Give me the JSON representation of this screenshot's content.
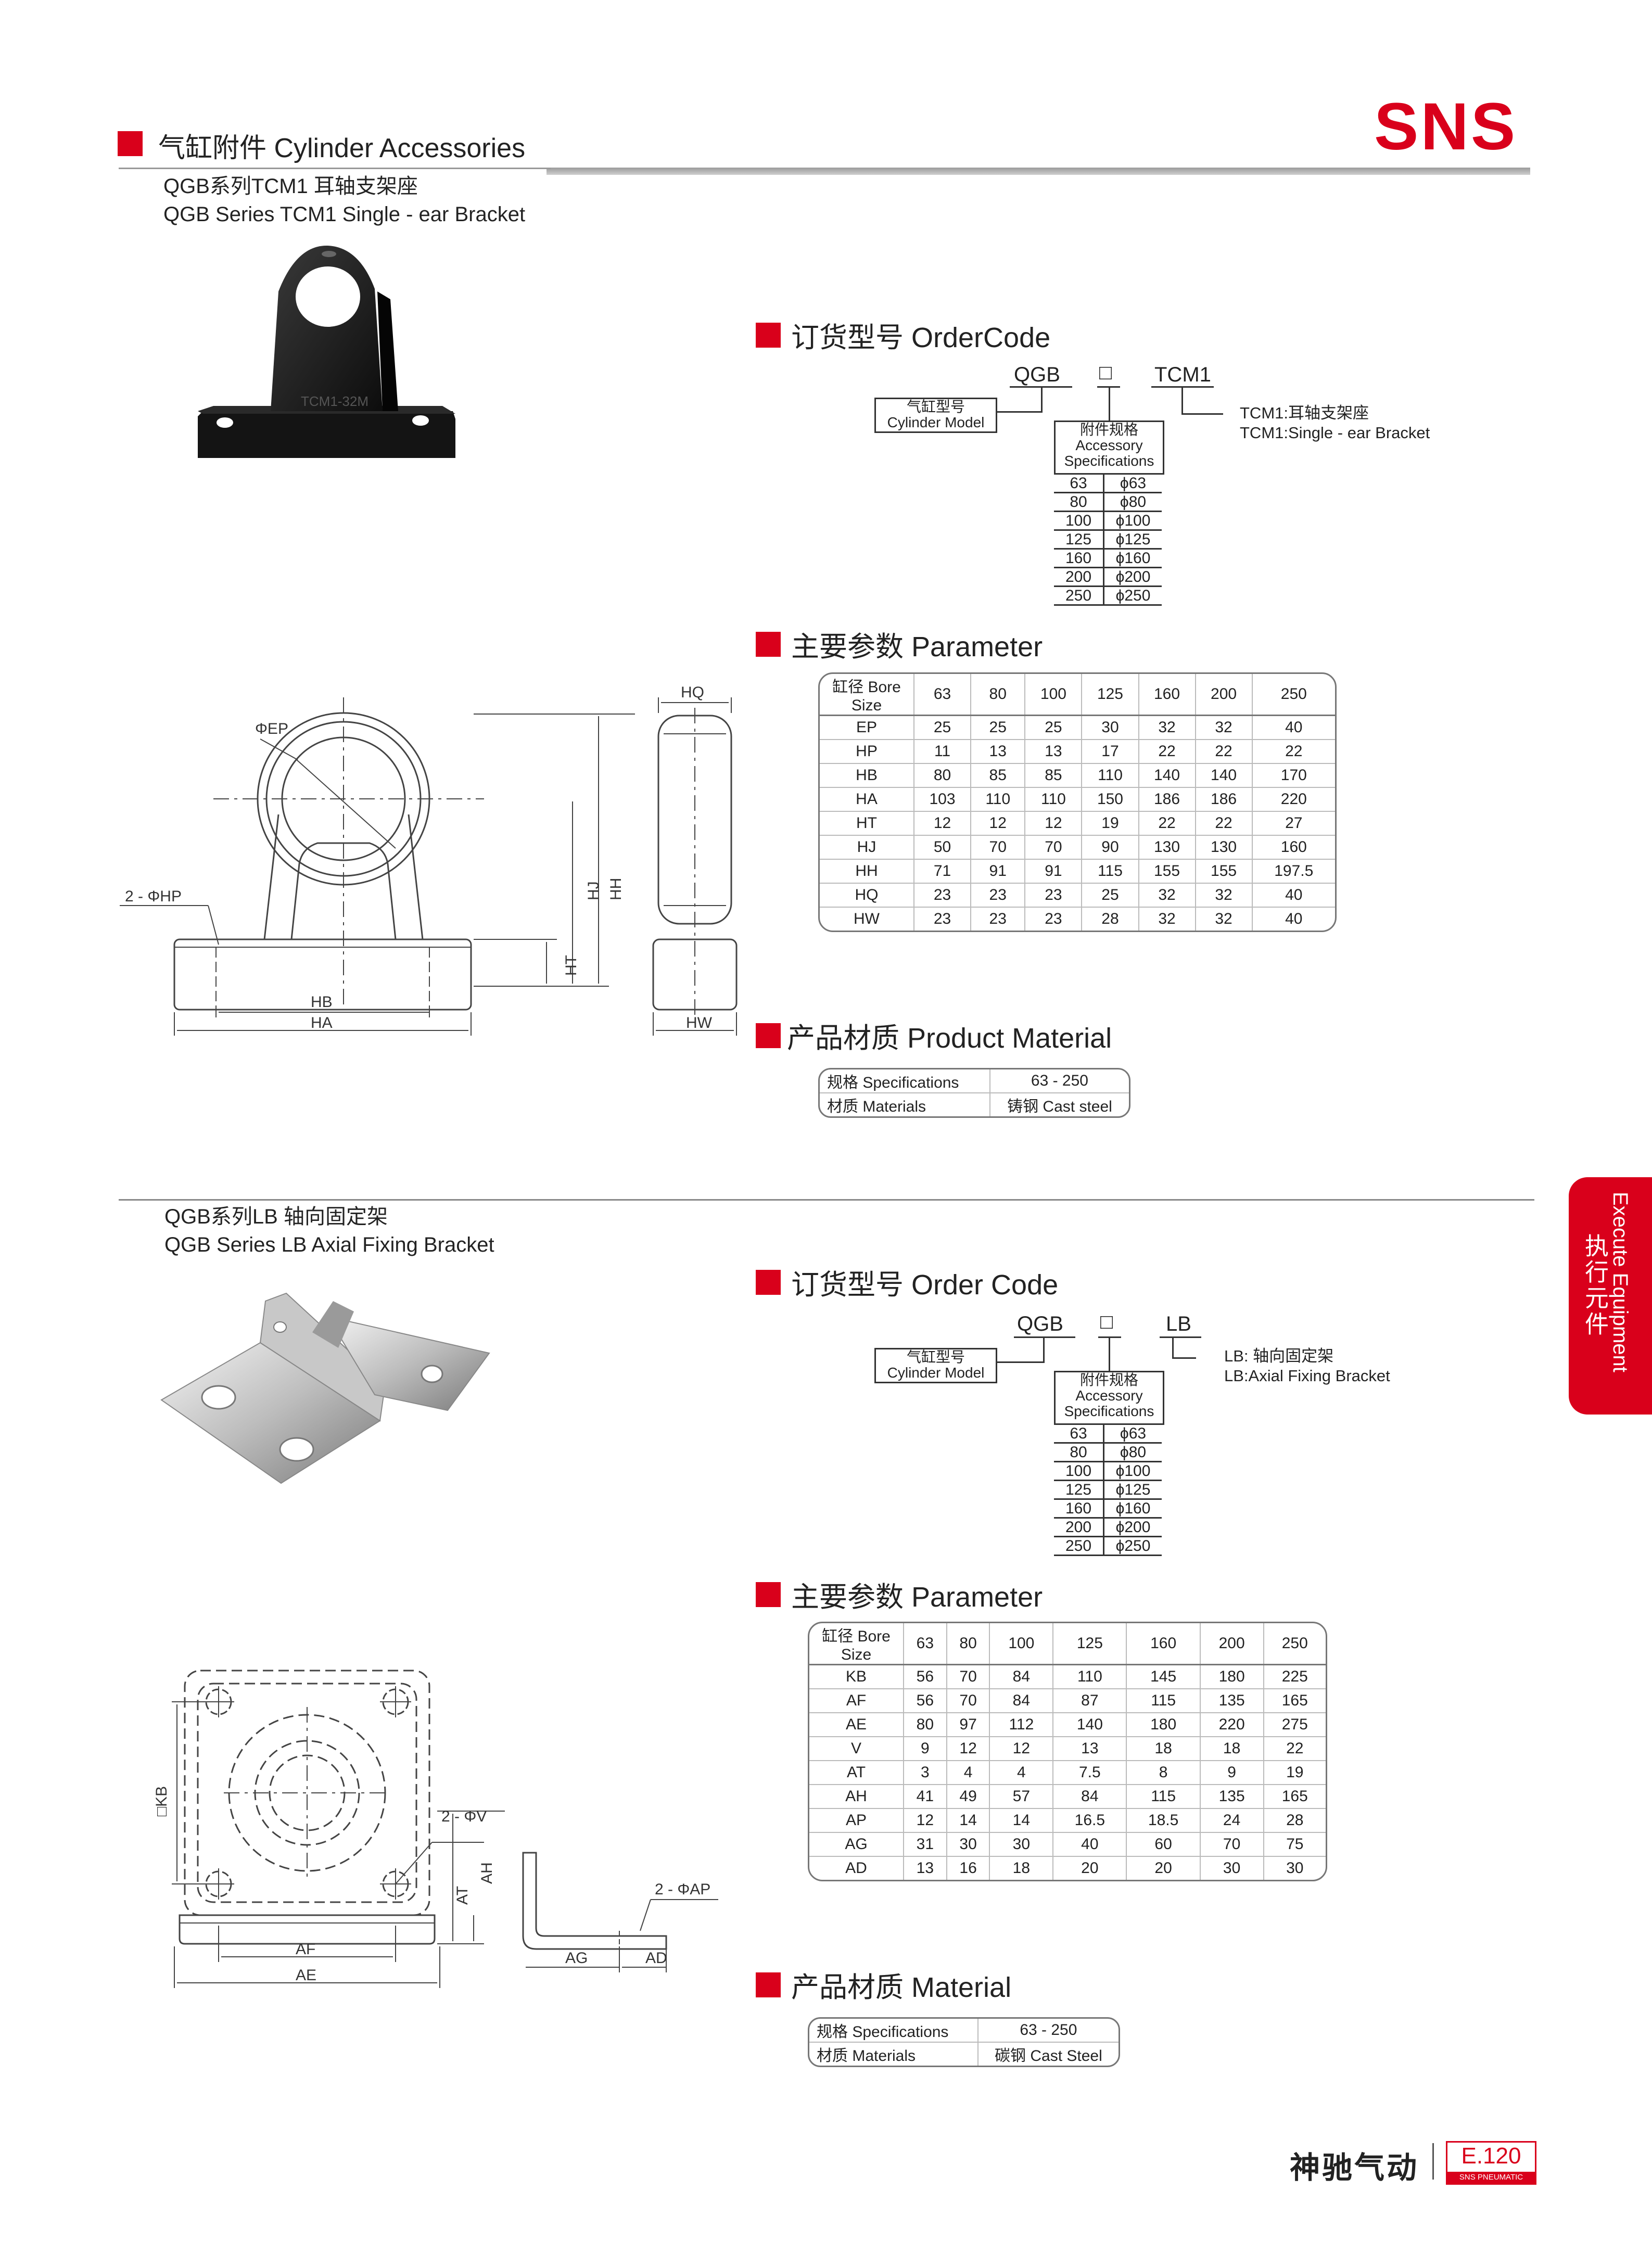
{
  "header": {
    "title": "气缸附件 Cylinder Accessories",
    "logo": "SNS"
  },
  "section1": {
    "title_cn": "QGB系列TCM1 耳轴支架座",
    "title_en": "QGB Series TCM1 Single - ear Bracket",
    "photo_mark": "TCM1-32M",
    "order_heading": "订货型号 OrderCode",
    "code_prefix": "QGB",
    "code_box": "□",
    "code_suffix": "TCM1",
    "model_label_cn": "气缸型号",
    "model_label_en": "Cylinder Model",
    "spec_label_cn": "附件规格",
    "spec_label_en1": "Accessory",
    "spec_label_en2": "Specifications",
    "desc_cn": "TCM1:耳轴支架座",
    "desc_en": "TCM1:Single - ear Bracket",
    "specs": [
      {
        "code": "63",
        "dia": "ϕ63"
      },
      {
        "code": "80",
        "dia": "ϕ80"
      },
      {
        "code": "100",
        "dia": "ϕ100"
      },
      {
        "code": "125",
        "dia": "ϕ125"
      },
      {
        "code": "160",
        "dia": "ϕ160"
      },
      {
        "code": "200",
        "dia": "ϕ200"
      },
      {
        "code": "250",
        "dia": "ϕ250"
      }
    ],
    "param_heading": "主要参数 Parameter",
    "param_table": {
      "header": [
        "缸径 Bore Size",
        "63",
        "80",
        "100",
        "125",
        "160",
        "200",
        "250"
      ],
      "rows": [
        [
          "EP",
          "25",
          "25",
          "25",
          "30",
          "32",
          "32",
          "40"
        ],
        [
          "HP",
          "11",
          "13",
          "13",
          "17",
          "22",
          "22",
          "22"
        ],
        [
          "HB",
          "80",
          "85",
          "85",
          "110",
          "140",
          "140",
          "170"
        ],
        [
          "HA",
          "103",
          "110",
          "110",
          "150",
          "186",
          "186",
          "220"
        ],
        [
          "HT",
          "12",
          "12",
          "12",
          "19",
          "22",
          "22",
          "27"
        ],
        [
          "HJ",
          "50",
          "70",
          "70",
          "90",
          "130",
          "130",
          "160"
        ],
        [
          "HH",
          "71",
          "91",
          "91",
          "115",
          "155",
          "155",
          "197.5"
        ],
        [
          "HQ",
          "23",
          "23",
          "23",
          "25",
          "32",
          "32",
          "40"
        ],
        [
          "HW",
          "23",
          "23",
          "23",
          "28",
          "32",
          "32",
          "40"
        ]
      ]
    },
    "material_heading": "产品材质 Product Material",
    "material": {
      "spec_label": "规格 Specifications",
      "spec_value": "63 - 250",
      "mat_label": "材质 Materials",
      "mat_value": "铸钢 Cast steel"
    },
    "drawing": {
      "ep": "ΦEP",
      "hp": "2 - ΦHP",
      "hb": "HB",
      "ha": "HA",
      "ht": "HT",
      "hj": "HJ",
      "hh": "HH",
      "hq": "HQ",
      "hw": "HW"
    }
  },
  "section2": {
    "title_cn": "QGB系列LB 轴向固定架",
    "title_en": "QGB Series LB Axial Fixing Bracket",
    "order_heading": "订货型号 Order Code",
    "code_prefix": "QGB",
    "code_box": "□",
    "code_suffix": "LB",
    "model_label_cn": "气缸型号",
    "model_label_en": "Cylinder Model",
    "spec_label_cn": "附件规格",
    "spec_label_en1": "Accessory",
    "spec_label_en2": "Specifications",
    "desc_cn": "LB: 轴向固定架",
    "desc_en": "LB:Axial Fixing Bracket",
    "specs": [
      {
        "code": "63",
        "dia": "ϕ63"
      },
      {
        "code": "80",
        "dia": "ϕ80"
      },
      {
        "code": "100",
        "dia": "ϕ100"
      },
      {
        "code": "125",
        "dia": "ϕ125"
      },
      {
        "code": "160",
        "dia": "ϕ160"
      },
      {
        "code": "200",
        "dia": "ϕ200"
      },
      {
        "code": "250",
        "dia": "ϕ250"
      }
    ],
    "param_heading": "主要参数 Parameter",
    "param_table": {
      "header": [
        "缸径 Bore Size",
        "63",
        "80",
        "100",
        "125",
        "160",
        "200",
        "250"
      ],
      "rows": [
        [
          "KB",
          "56",
          "70",
          "84",
          "110",
          "145",
          "180",
          "225"
        ],
        [
          "AF",
          "56",
          "70",
          "84",
          "87",
          "115",
          "135",
          "165"
        ],
        [
          "AE",
          "80",
          "97",
          "112",
          "140",
          "180",
          "220",
          "275"
        ],
        [
          "V",
          "9",
          "12",
          "12",
          "13",
          "18",
          "18",
          "22"
        ],
        [
          "AT",
          "3",
          "4",
          "4",
          "7.5",
          "8",
          "9",
          "19"
        ],
        [
          "AH",
          "41",
          "49",
          "57",
          "84",
          "115",
          "135",
          "165"
        ],
        [
          "AP",
          "12",
          "14",
          "14",
          "16.5",
          "18.5",
          "24",
          "28"
        ],
        [
          "AG",
          "31",
          "30",
          "30",
          "40",
          "60",
          "70",
          "75"
        ],
        [
          "AD",
          "13",
          "16",
          "18",
          "20",
          "20",
          "30",
          "30"
        ]
      ]
    },
    "material_heading": "产品材质 Material",
    "material": {
      "spec_label": "规格 Specifications",
      "spec_value": "63 - 250",
      "mat_label": "材质 Materials",
      "mat_value": "碳钢 Cast Steel"
    },
    "drawing": {
      "kb": "□KB",
      "v": "2 - ΦV",
      "ap": "2 - ΦAP",
      "af": "AF",
      "ae": "AE",
      "at": "AT",
      "ah": "AH",
      "ag": "AG",
      "ad": "AD"
    }
  },
  "side_tab": {
    "en": "Execute Equipment",
    "cn": "执行元件"
  },
  "footer": {
    "brand_cn": "神驰气动",
    "page": "E.120",
    "tagline": "SNS PNEUMATIC"
  }
}
